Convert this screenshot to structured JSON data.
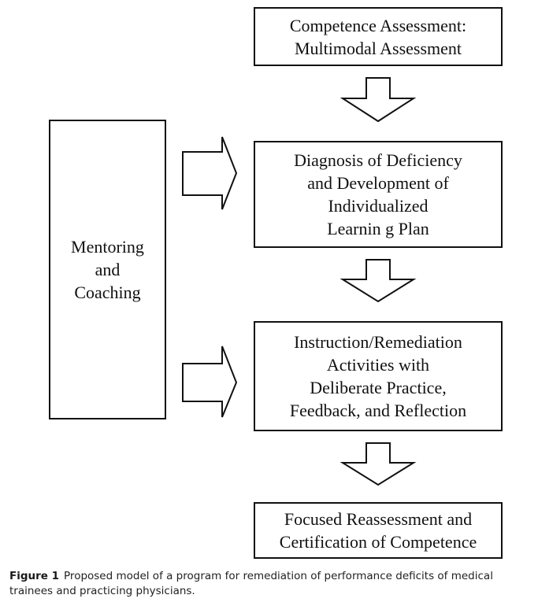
{
  "diagram": {
    "boxes": {
      "assessment": {
        "lines": [
          "Competence Assessment:",
          "Multimodal Assessment"
        ]
      },
      "diagnosis": {
        "lines": [
          "Diagnosis of Deficiency",
          "and Development of",
          "Individualized",
          "Learnin g Plan"
        ]
      },
      "instruction": {
        "lines": [
          "Instruction/Remediation",
          "Activities with",
          "Deliberate Practice,",
          "Feedback, and Reflection"
        ]
      },
      "reassessment": {
        "lines": [
          "Focused Reassessment and",
          "Certification of Competence"
        ]
      },
      "mentoring": {
        "lines": [
          "Mentoring",
          "and",
          "Coaching"
        ]
      }
    }
  },
  "caption": {
    "label": "Figure 1",
    "text": "Proposed model of a program for remediation of performance deficits of medical trainees and practicing physicians."
  }
}
